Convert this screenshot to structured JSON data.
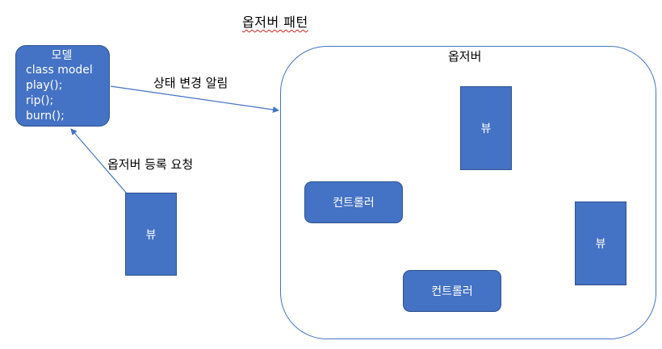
{
  "title": "옵저버 패턴",
  "model": {
    "title": "모델",
    "lines": [
      "class model",
      "play();",
      "rip();",
      "burn();"
    ]
  },
  "arrow_labels": {
    "notify": "상태 변경 알림",
    "register": "옵저버 등록 요청"
  },
  "observer": {
    "label": "옵저버",
    "views": [
      "뷰",
      "뷰"
    ],
    "controllers": [
      "컨트롤러",
      "컨트롤러"
    ]
  },
  "standalone_view": {
    "label": "뷰"
  },
  "colors": {
    "fill": "#4472c4",
    "border": "#2f528f",
    "arrow": "#4472c4",
    "spellcheck_underline": "#d02020"
  }
}
